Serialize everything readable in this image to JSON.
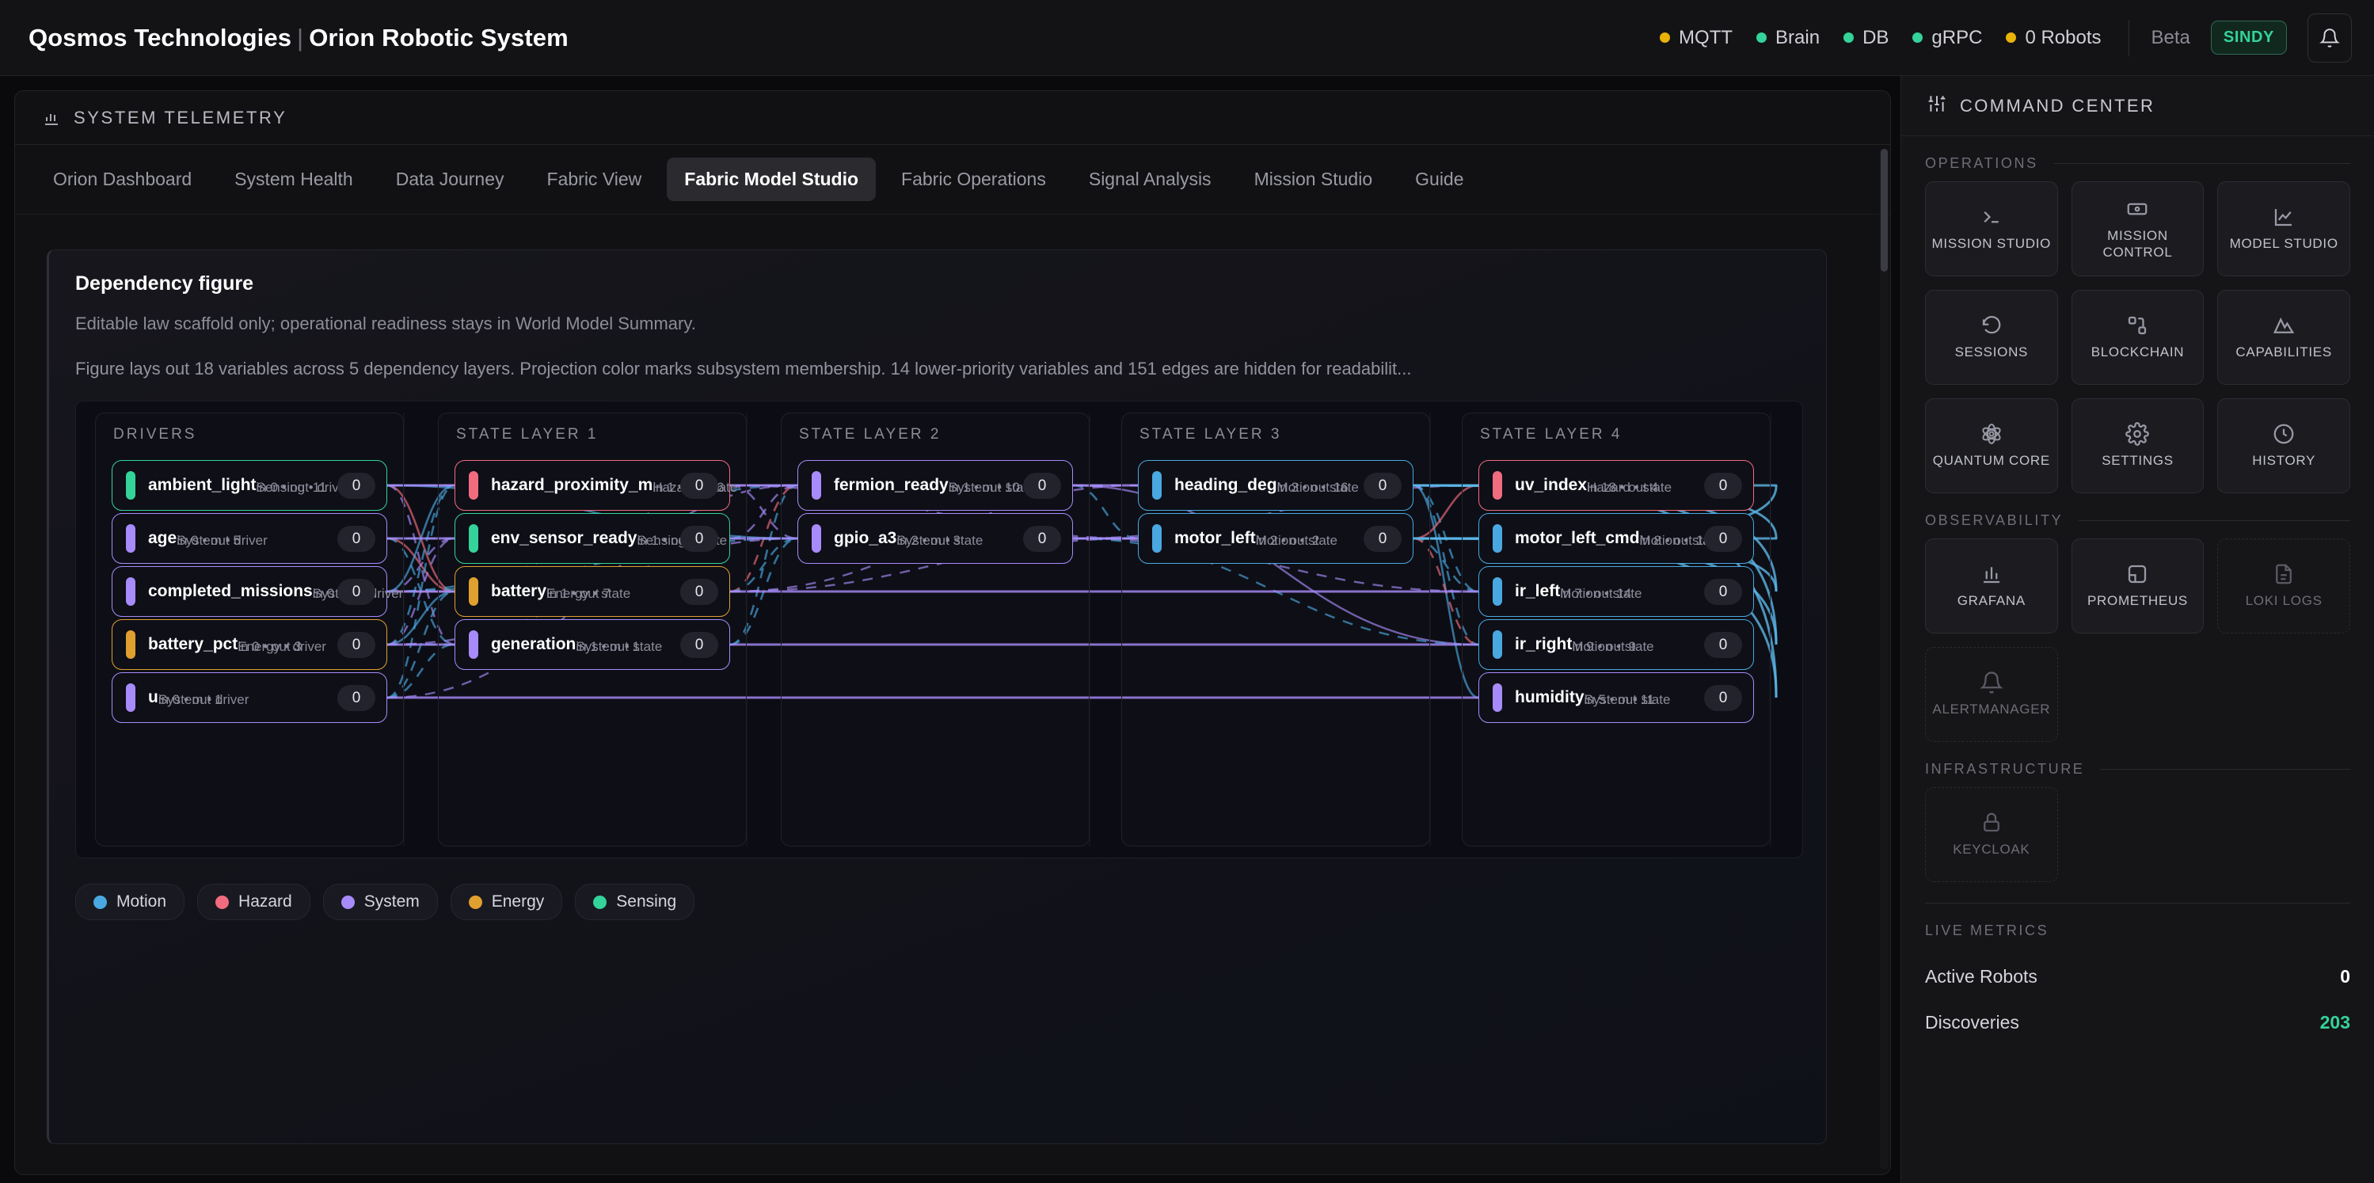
{
  "topbar": {
    "brand_company": "Qosmos Technologies",
    "brand_divider": "|",
    "brand_product": "Orion Robotic System",
    "statuses": [
      {
        "label": "MQTT",
        "color": "#eab308",
        "icon": "status-dot-icon"
      },
      {
        "label": "Brain",
        "color": "#34d399",
        "icon": "status-dot-icon"
      },
      {
        "label": "DB",
        "color": "#34d399",
        "icon": "status-dot-icon"
      },
      {
        "label": "gRPC",
        "color": "#34d399",
        "icon": "status-dot-icon"
      },
      {
        "label": "0 Robots",
        "color": "#eab308",
        "icon": "status-dot-icon"
      }
    ],
    "beta_label": "Beta",
    "sindy_badge": "SINDY",
    "bell_icon": "bell-icon"
  },
  "panel": {
    "title": "SYSTEM TELEMETRY",
    "icon": "bar-chart-icon",
    "tabs": [
      {
        "label": "Orion Dashboard",
        "active": false
      },
      {
        "label": "System Health",
        "active": false
      },
      {
        "label": "Data Journey",
        "active": false
      },
      {
        "label": "Fabric View",
        "active": false
      },
      {
        "label": "Fabric Model Studio",
        "active": true
      },
      {
        "label": "Fabric Operations",
        "active": false
      },
      {
        "label": "Signal Analysis",
        "active": false
      },
      {
        "label": "Mission Studio",
        "active": false
      },
      {
        "label": "Guide",
        "active": false
      }
    ]
  },
  "figure": {
    "title": "Dependency figure",
    "subtitle": "Editable law scaffold only; operational readiness stays in World Model Summary.",
    "description": "Figure lays out 18 variables across 5 dependency layers. Projection color marks subsystem membership. 14 lower-priority variables and 151 edges are hidden for readabilit..."
  },
  "chart_data": {
    "type": "diagram",
    "title": "Dependency figure",
    "variables_total": 18,
    "layers_total": 5,
    "hidden_variables": 14,
    "hidden_edges": 151,
    "columns": [
      {
        "title": "DRIVERS",
        "nodes": [
          {
            "name": "ambient_light",
            "value": "0",
            "degree": "in 0 • out 11",
            "kind": "Sensing • driver",
            "group": "Sensing",
            "color": "#34d399"
          },
          {
            "name": "age",
            "value": "0",
            "degree": "in 0 • out 5",
            "kind": "System • driver",
            "group": "System",
            "color": "#a78bfa"
          },
          {
            "name": "completed_missions",
            "value": "0",
            "degree": "in 0 • out 3",
            "kind": "System • driver",
            "group": "System",
            "color": "#a78bfa"
          },
          {
            "name": "battery_pct",
            "value": "0",
            "degree": "in 0 • out 3",
            "kind": "Energy • driver",
            "group": "Energy",
            "color": "#e0a030"
          },
          {
            "name": "u",
            "value": "0",
            "degree": "in 0 • out 1",
            "kind": "System • driver",
            "group": "System",
            "color": "#a78bfa"
          }
        ]
      },
      {
        "title": "STATE LAYER 1",
        "nodes": [
          {
            "name": "hazard_proximity_m",
            "value": "0",
            "degree": "in 1 • out 16",
            "kind": "Hazard • state",
            "group": "Hazard",
            "color": "#f06c7e"
          },
          {
            "name": "env_sensor_ready",
            "value": "0",
            "degree": "in 1 • out 12",
            "kind": "Sensing • state",
            "group": "Sensing",
            "color": "#34d399"
          },
          {
            "name": "battery",
            "value": "0",
            "degree": "in 1 • out 7",
            "kind": "Energy • state",
            "group": "Energy",
            "color": "#e0a030"
          },
          {
            "name": "generation",
            "value": "0",
            "degree": "in 1 • out 1",
            "kind": "System • state",
            "group": "System",
            "color": "#a78bfa"
          }
        ]
      },
      {
        "title": "STATE LAYER 2",
        "nodes": [
          {
            "name": "fermion_ready",
            "value": "0",
            "degree": "in 1 • out 10",
            "kind": "System • state",
            "group": "System",
            "color": "#a78bfa"
          },
          {
            "name": "gpio_a3",
            "value": "0",
            "degree": "in 2 • out 3",
            "kind": "System • state",
            "group": "System",
            "color": "#a78bfa"
          }
        ]
      },
      {
        "title": "STATE LAYER 3",
        "nodes": [
          {
            "name": "heading_deg",
            "value": "0",
            "degree": "in 3 • out 16",
            "kind": "Motion • state",
            "group": "Motion",
            "color": "#4aa8e0"
          },
          {
            "name": "motor_left",
            "value": "0",
            "degree": "in 2 • out 2",
            "kind": "Motion • state",
            "group": "Motion",
            "color": "#4aa8e0"
          }
        ]
      },
      {
        "title": "STATE LAYER 4",
        "nodes": [
          {
            "name": "uv_index",
            "value": "0",
            "degree": "in 18 • out 4",
            "kind": "Hazard • state",
            "group": "Hazard",
            "color": "#f06c7e"
          },
          {
            "name": "motor_left_cmd",
            "value": "0",
            "degree": "in 8 • out 12",
            "kind": "Motion • state",
            "group": "Motion",
            "color": "#4aa8e0"
          },
          {
            "name": "ir_left",
            "value": "0",
            "degree": "in 7 • out 14",
            "kind": "Motion • state",
            "group": "Motion",
            "color": "#4aa8e0"
          },
          {
            "name": "ir_right",
            "value": "0",
            "degree": "in 9 • out 9",
            "kind": "Motion • state",
            "group": "Motion",
            "color": "#4aa8e0"
          },
          {
            "name": "humidity",
            "value": "0",
            "degree": "in 5 • out 11",
            "kind": "System • state",
            "group": "System",
            "color": "#a78bfa"
          }
        ]
      }
    ],
    "legend": [
      {
        "label": "Motion",
        "color": "#4aa8e0"
      },
      {
        "label": "Hazard",
        "color": "#f06c7e"
      },
      {
        "label": "System",
        "color": "#a78bfa"
      },
      {
        "label": "Energy",
        "color": "#e0a030"
      },
      {
        "label": "Sensing",
        "color": "#34d399"
      }
    ]
  },
  "sidebar": {
    "title": "COMMAND CENTER",
    "title_icon": "sliders-icon",
    "sections": [
      {
        "label": "OPERATIONS",
        "items": [
          {
            "label": "MISSION STUDIO",
            "icon": "terminal-icon",
            "dim": false
          },
          {
            "label": "MISSION CONTROL",
            "icon": "console-icon",
            "dim": false
          },
          {
            "label": "MODEL STUDIO",
            "icon": "line-chart-icon",
            "dim": false
          },
          {
            "label": "SESSIONS",
            "icon": "history-rotate-icon",
            "dim": false
          },
          {
            "label": "BLOCKCHAIN",
            "icon": "nodes-icon",
            "dim": false
          },
          {
            "label": "CAPABILITIES",
            "icon": "mountain-icon",
            "dim": false
          },
          {
            "label": "QUANTUM CORE",
            "icon": "atom-icon",
            "dim": false
          },
          {
            "label": "SETTINGS",
            "icon": "gear-icon",
            "dim": false
          },
          {
            "label": "HISTORY",
            "icon": "clock-icon",
            "dim": false
          }
        ]
      },
      {
        "label": "OBSERVABILITY",
        "items": [
          {
            "label": "GRAFANA",
            "icon": "bar-chart-icon",
            "dim": false
          },
          {
            "label": "PROMETHEUS",
            "icon": "prometheus-icon",
            "dim": false
          },
          {
            "label": "LOKI LOGS",
            "icon": "document-icon",
            "dim": true
          },
          {
            "label": "ALERTMANAGER",
            "icon": "bell-icon",
            "dim": true
          }
        ]
      },
      {
        "label": "INFRASTRUCTURE",
        "items": [
          {
            "label": "KEYCLOAK",
            "icon": "lock-icon",
            "dim": true
          }
        ]
      }
    ],
    "metrics_label": "LIVE METRICS",
    "metrics": [
      {
        "label": "Active Robots",
        "value": "0",
        "color": "#ffffff"
      },
      {
        "label": "Discoveries",
        "value": "203",
        "color": "#34d399"
      }
    ]
  }
}
